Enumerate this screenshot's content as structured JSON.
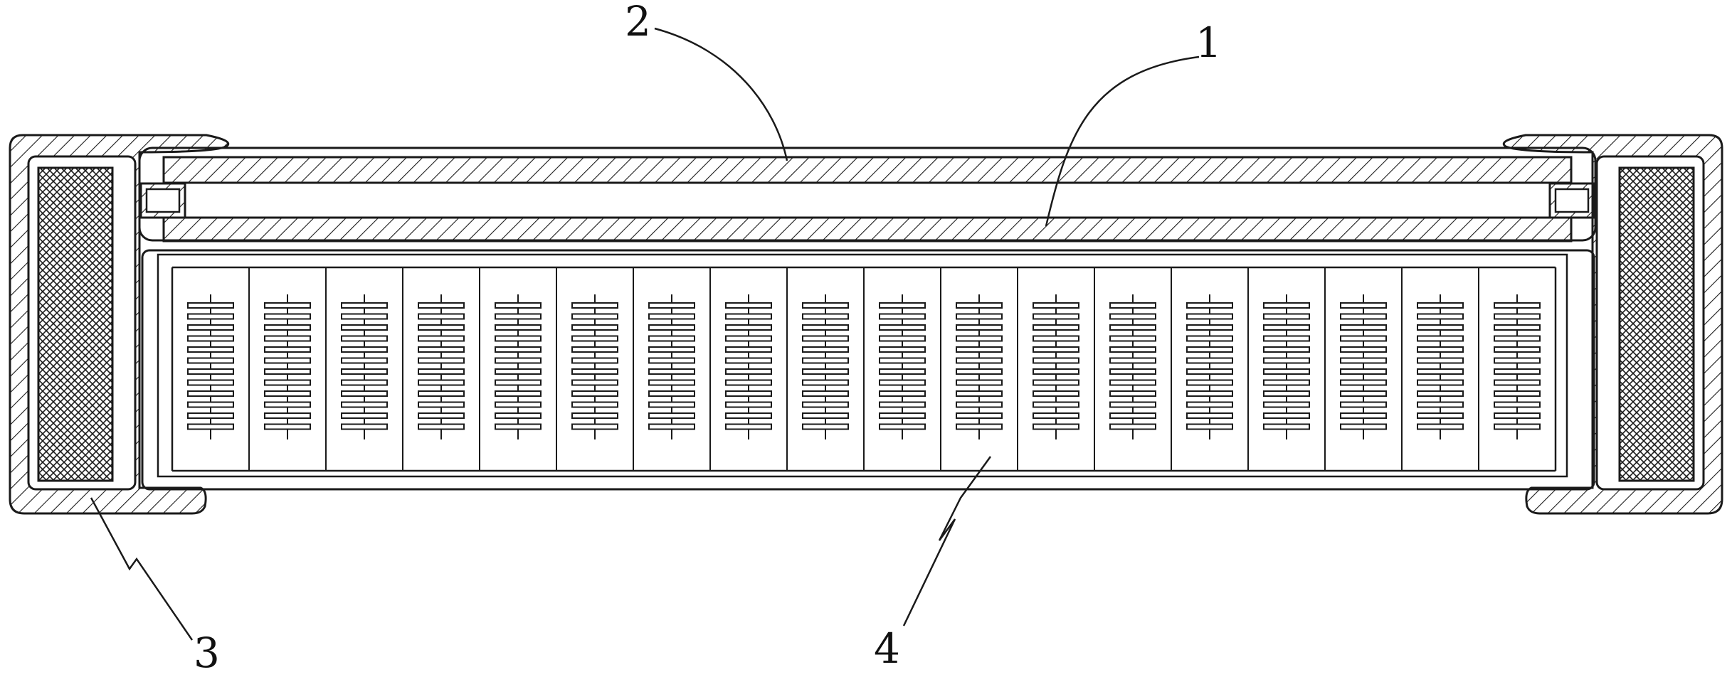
{
  "figure": {
    "description_free": true,
    "stroke_color": "#1a1a1a",
    "background": "#ffffff",
    "callouts": [
      {
        "id": "callout-1",
        "label": "1"
      },
      {
        "id": "callout-2",
        "label": "2"
      },
      {
        "id": "callout-3",
        "label": "3"
      },
      {
        "id": "callout-4",
        "label": "4"
      }
    ],
    "cell_count": 18,
    "rungs_per_cell": 12
  }
}
